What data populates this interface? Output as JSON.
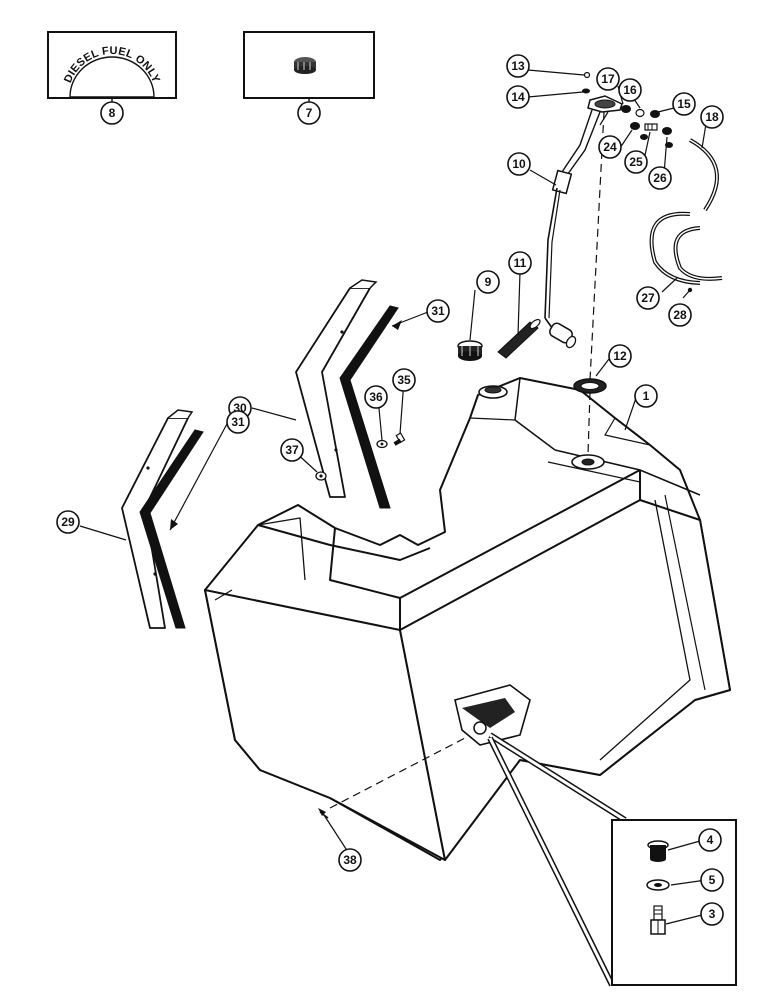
{
  "decal_text": "DIESEL FUEL ONLY",
  "callouts": {
    "c1": "1",
    "c3": "3",
    "c4": "4",
    "c5": "5",
    "c7": "7",
    "c8": "8",
    "c9": "9",
    "c10": "10",
    "c11": "11",
    "c12": "12",
    "c13": "13",
    "c14": "14",
    "c15": "15",
    "c16": "16",
    "c17": "17",
    "c18": "18",
    "c24": "24",
    "c25": "25",
    "c26": "26",
    "c27": "27",
    "c28": "28",
    "c29": "29",
    "c30": "30",
    "c31a": "31",
    "c31b": "31",
    "c35": "35",
    "c36": "36",
    "c37": "37",
    "c38": "38"
  }
}
